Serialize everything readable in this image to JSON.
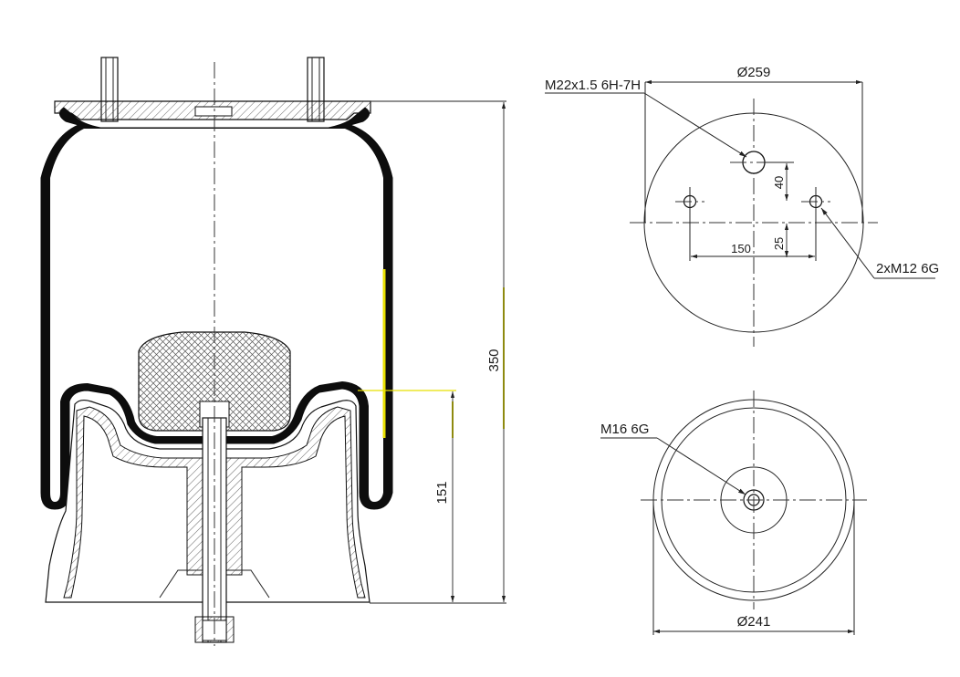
{
  "colors": {
    "line": "#111111",
    "rubber": "#0d0d0d",
    "highlight": "#e8e000",
    "background": "#ffffff"
  },
  "side_view": {
    "height_total": "350",
    "height_piston": "151"
  },
  "top_plate_view": {
    "diameter": "Ø259",
    "thread_center": "M22x1.5 6H-7H",
    "thread_studs": "2xM12 6G",
    "dim_offset_40": "40",
    "dim_offset_25": "25",
    "dim_spacing_150": "150"
  },
  "bottom_view": {
    "diameter": "Ø241",
    "thread_center": "M16 6G"
  }
}
